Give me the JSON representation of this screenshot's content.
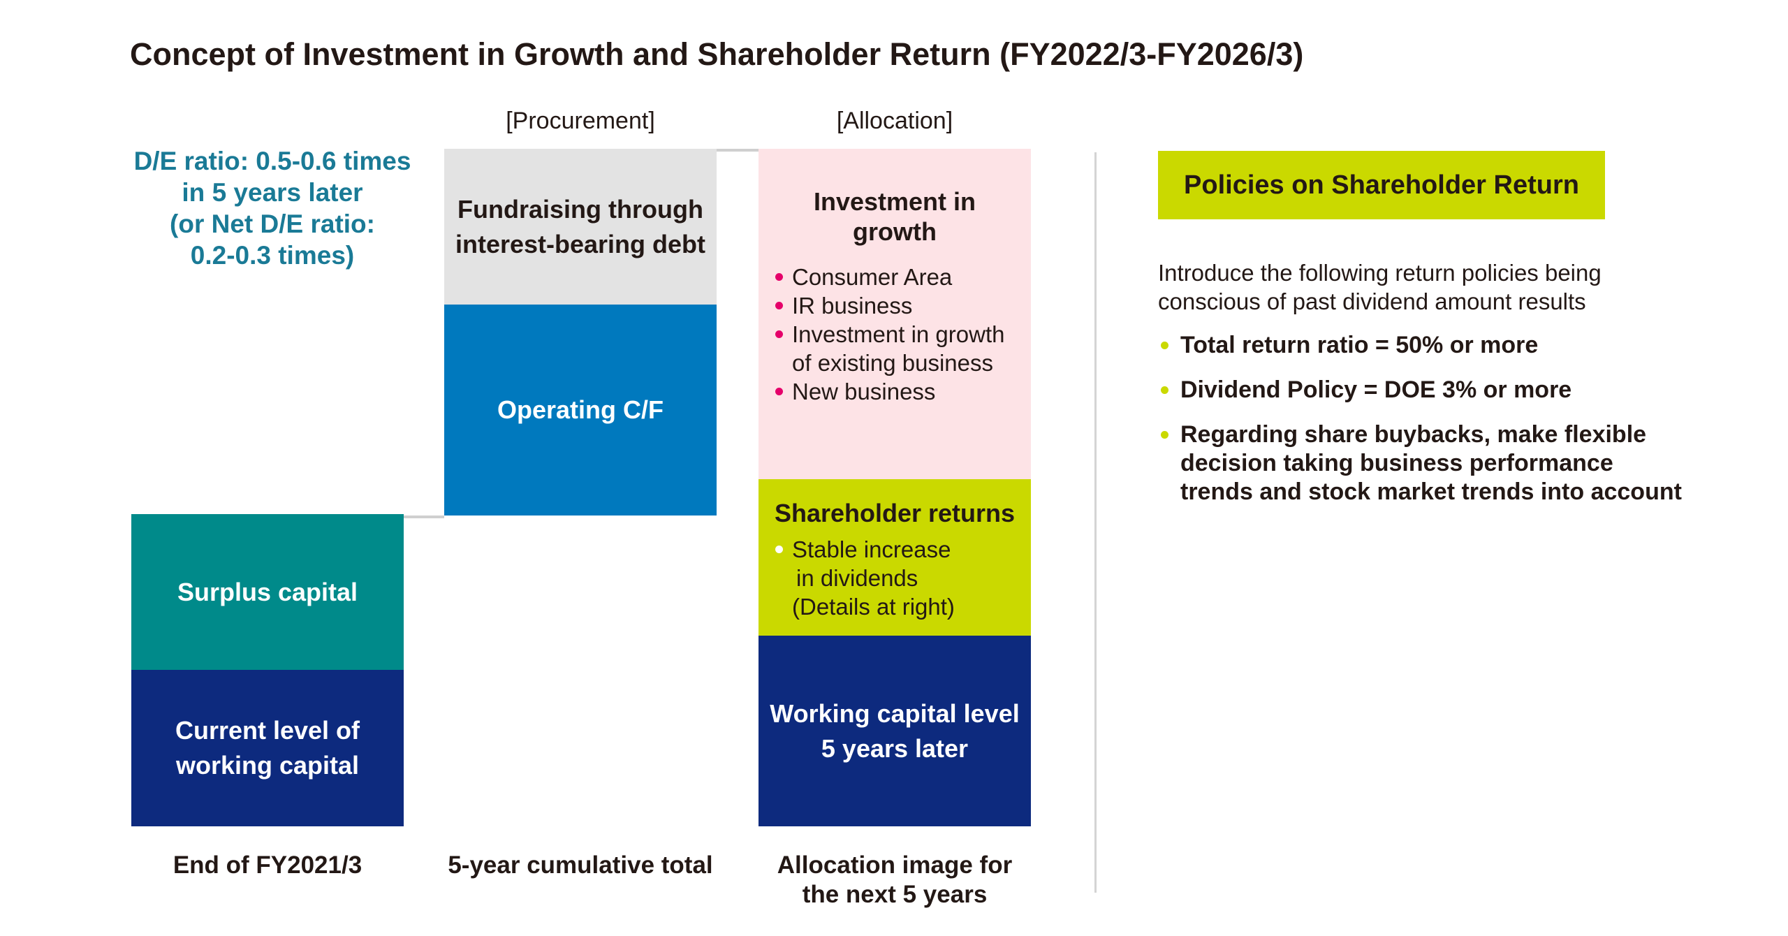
{
  "title": "Concept of Investment in Growth and Shareholder Return (FY2022/3-FY2026/3)",
  "headers": {
    "procurement": "[Procurement]",
    "allocation": "[Allocation]"
  },
  "de_note": {
    "line1": "D/E ratio: 0.5-0.6 times",
    "line2": "in 5 years later",
    "line3": "(or Net D/E ratio:",
    "line4": "0.2-0.3 times)"
  },
  "col1": {
    "surplus": "Surplus capital",
    "working_line1": "Current level of",
    "working_line2": "working capital",
    "label": "End of FY2021/3"
  },
  "col2": {
    "debt_line1": "Fundraising through",
    "debt_line2": "interest-bearing debt",
    "operating": "Operating C/F",
    "label": "5-year cumulative total"
  },
  "col3": {
    "growth_title_line1": "Investment in",
    "growth_title_line2": "growth",
    "growth_items": [
      "Consumer Area",
      "IR business",
      "Investment in growth",
      "of existing business",
      "New business"
    ],
    "returns_title": "Shareholder returns",
    "returns_items": [
      "Stable increase",
      "in dividends",
      "(Details at right)"
    ],
    "working_line1": "Working capital level",
    "working_line2": "5 years later",
    "label_line1": "Allocation image for",
    "label_line2": "the next 5 years"
  },
  "policies": {
    "heading": "Policies on Shareholder Return",
    "intro_line1": "Introduce the following return policies being",
    "intro_line2": "conscious of past dividend amount results",
    "items": [
      {
        "line1": "Total return ratio = 50% or more"
      },
      {
        "line1": "Dividend Policy = DOE 3% or more"
      },
      {
        "line1": "Regarding share buybacks, make flexible",
        "line2": "decision taking business performance",
        "line3": "trends and stock market trends into account"
      }
    ]
  },
  "colors": {
    "teal": "#008a8a",
    "navy": "#0d2a7e",
    "blue": "#0079be",
    "light_gray": "#e3e3e3",
    "pink": "#fde3e6",
    "lime": "#cad900",
    "de_text": "#1a7a96",
    "bullet_pink": "#e5006a"
  }
}
